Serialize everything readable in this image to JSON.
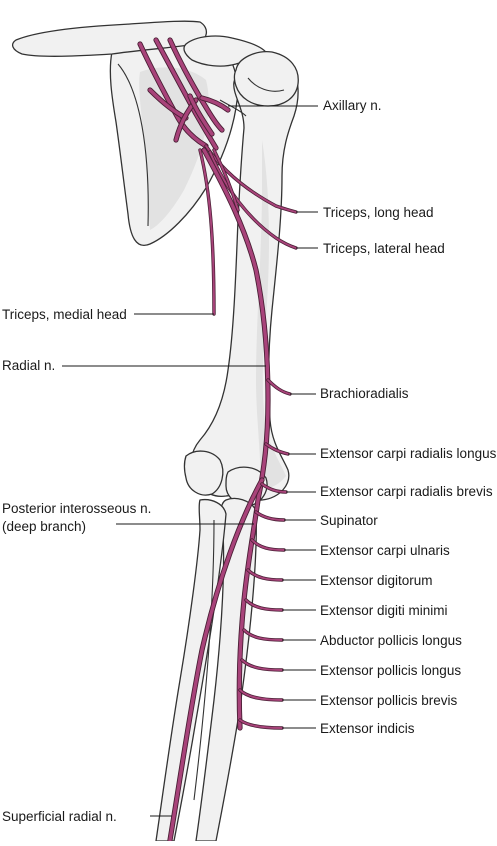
{
  "colors": {
    "nerve": "#a8437a",
    "nerve_outline": "#4a1f35",
    "bone": "#f1f1f1",
    "bone_outline": "#333333"
  },
  "labels": {
    "axillary": "Axillary n.",
    "triceps_long": "Triceps, long head",
    "triceps_lateral": "Triceps, lateral head",
    "triceps_medial": "Triceps, medial head",
    "radial": "Radial n.",
    "brachioradialis": "Brachioradialis",
    "ecrl": "Extensor carpi radialis longus",
    "ecrb": "Extensor carpi radialis brevis",
    "supinator": "Supinator",
    "ecu": "Extensor carpi ulnaris",
    "ed": "Extensor digitorum",
    "edm": "Extensor digiti minimi",
    "apl": "Abductor pollicis longus",
    "epl": "Extensor pollicis longus",
    "epb": "Extensor pollicis brevis",
    "ei": "Extensor indicis",
    "pin_line1": "Posterior interosseous n.",
    "pin_line2": "(deep branch)",
    "superficial_radial": "Superficial radial n."
  }
}
